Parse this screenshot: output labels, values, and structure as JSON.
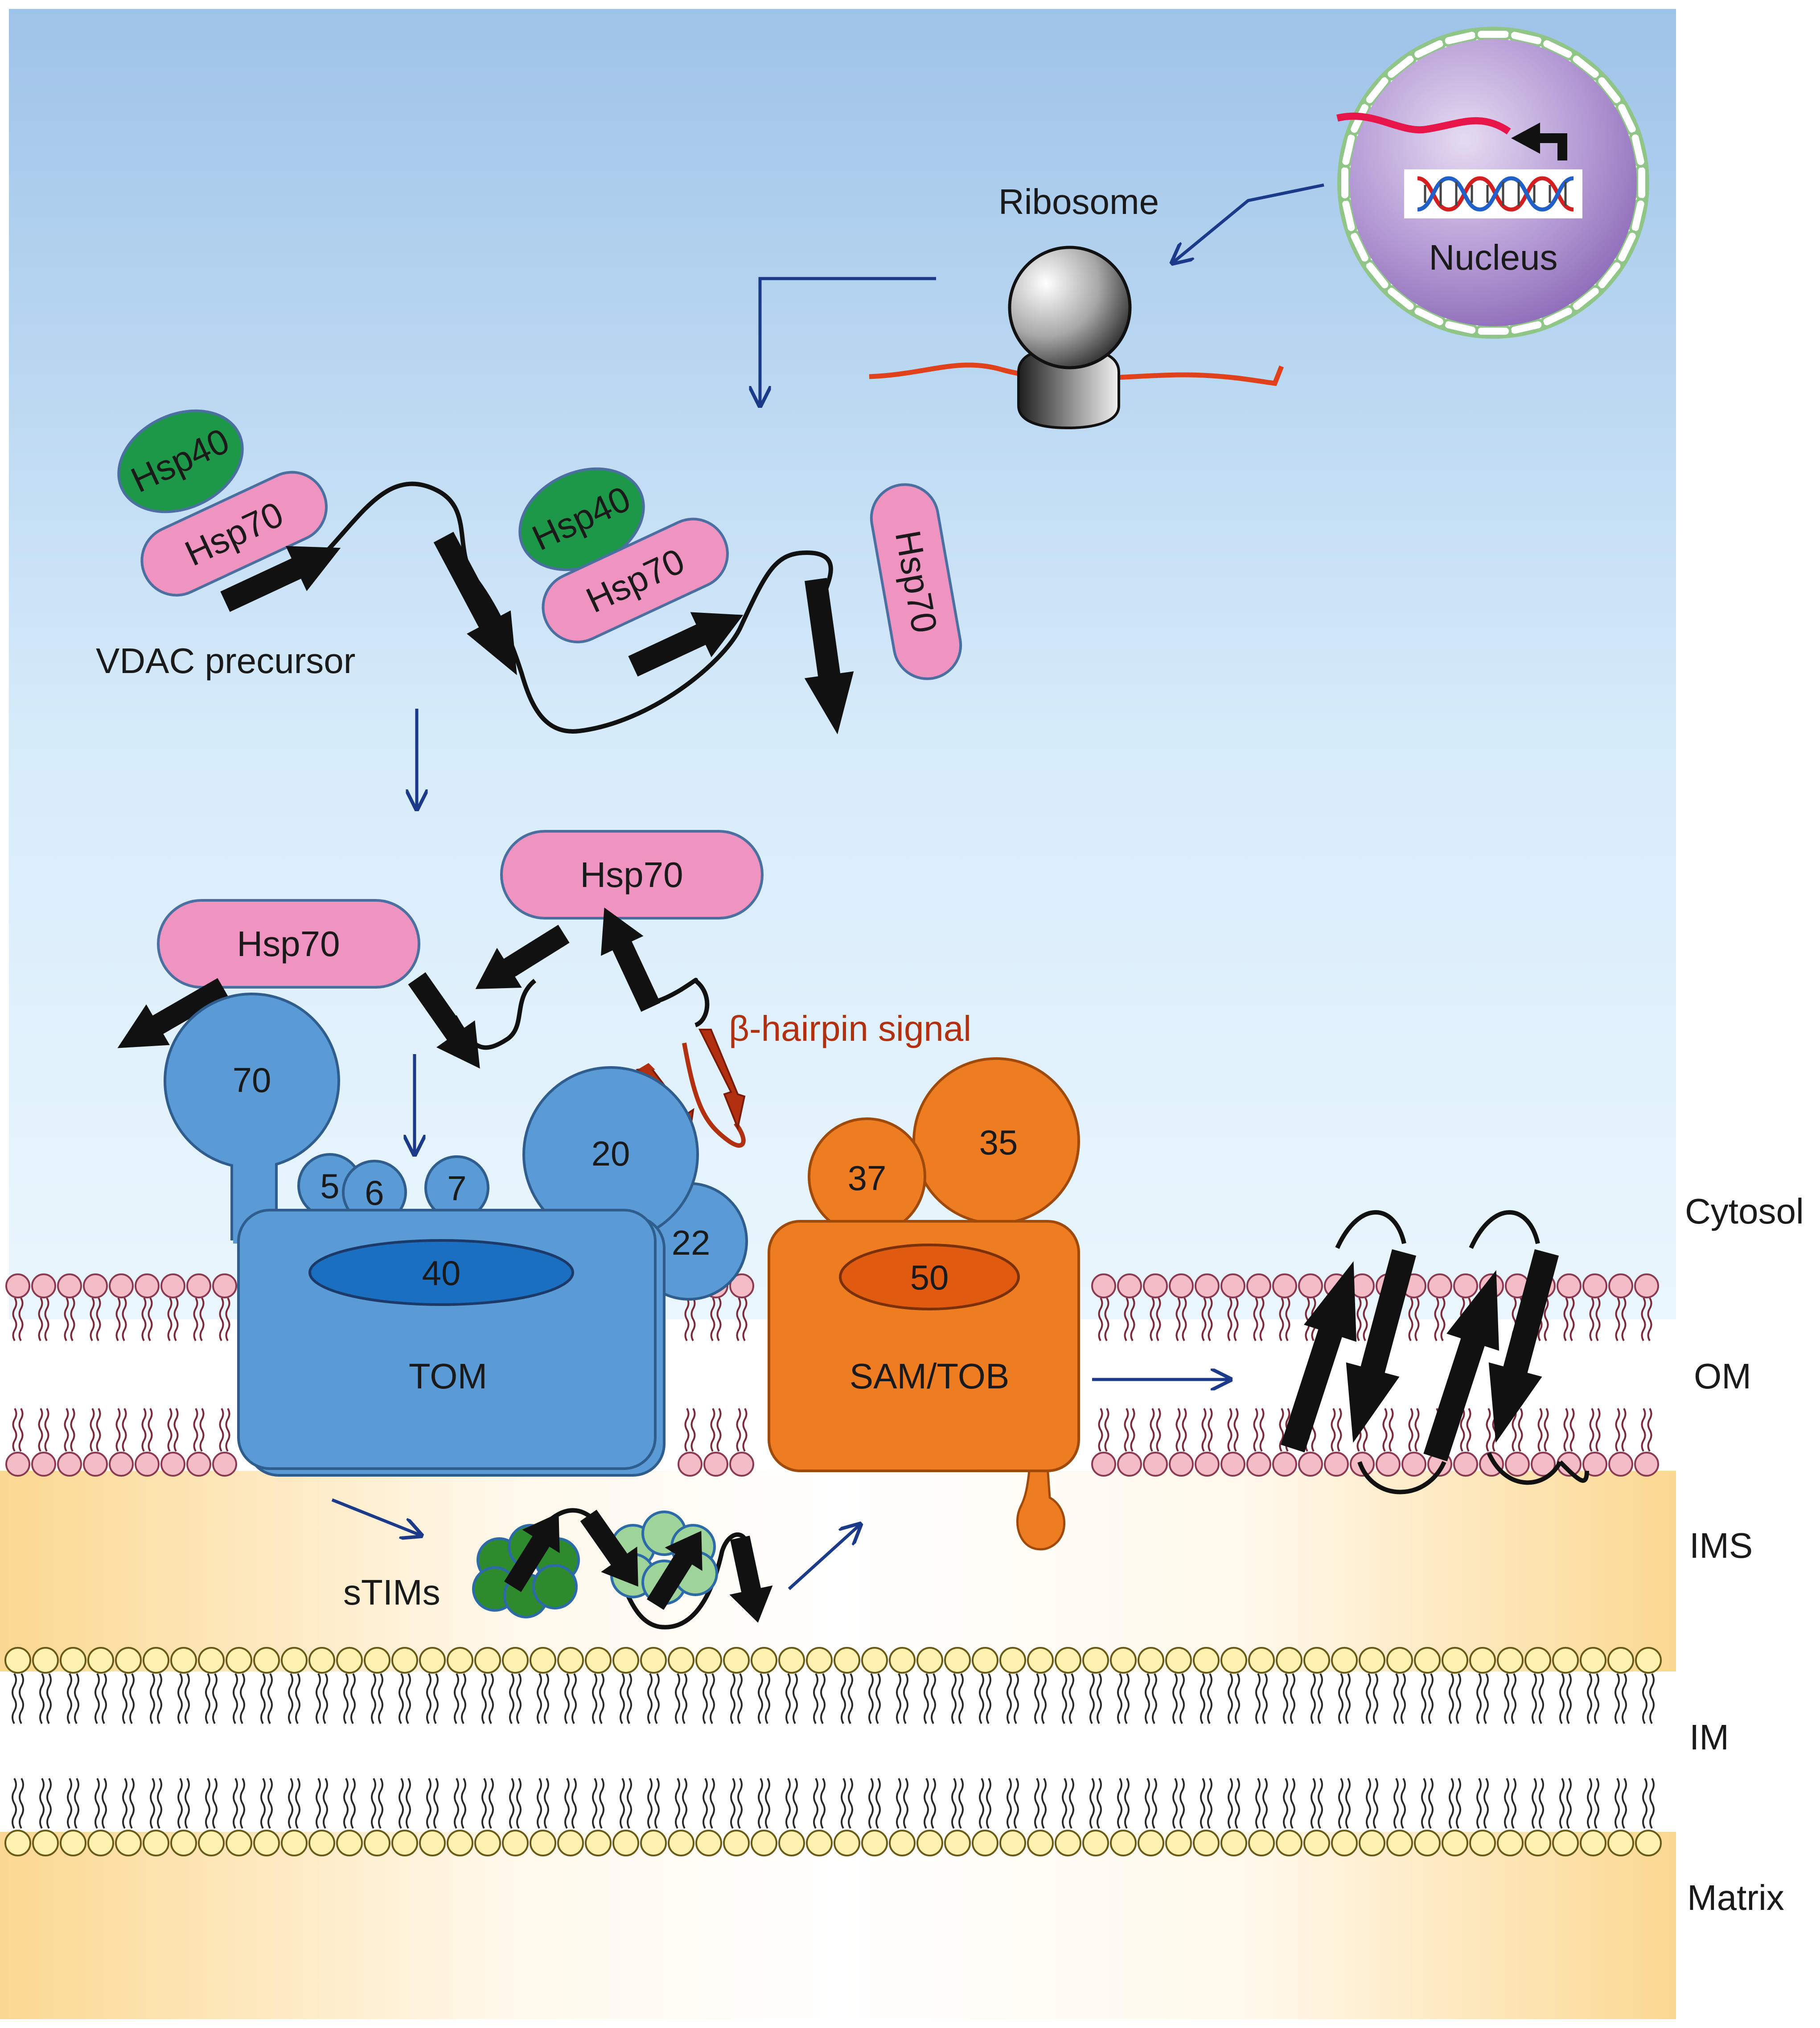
{
  "labels": {
    "ribosome": "Ribosome",
    "nucleus": "Nucleus",
    "vdac_precursor": "VDAC precursor",
    "hsp40": "Hsp40",
    "hsp70": "Hsp70",
    "beta_hairpin_signal": "β-hairpin signal",
    "stims": "sTIMs"
  },
  "tom_complex": {
    "name": "TOM",
    "subunits": {
      "tom70": "70",
      "tom5": "5",
      "tom6": "6",
      "tom7": "7",
      "tom20": "20",
      "tom22": "22",
      "tom40": "40"
    }
  },
  "sam_complex": {
    "name": "SAM/TOB",
    "subunits": {
      "sam37": "37",
      "sam35": "35",
      "sam50": "50"
    }
  },
  "compartments": {
    "cytosol": "Cytosol",
    "om": "OM",
    "ims": "IMS",
    "im": "IM",
    "matrix": "Matrix"
  },
  "colors": {
    "hsp70_pink": "#ef93c1",
    "hsp40_green": "#1d9748",
    "tom_blue": "#5b9bd5",
    "tom40_blue": "#1b6fc0",
    "sam_orange": "#ee7d22",
    "sam50_orange": "#e05a10",
    "beta_hairpin_red": "#b03010",
    "mrna_red": "#e0401a",
    "arrow_navy": "#1b3a8a",
    "om_lipid_head": "#f4bcc4",
    "im_lipid_head": "#fff2b0"
  }
}
